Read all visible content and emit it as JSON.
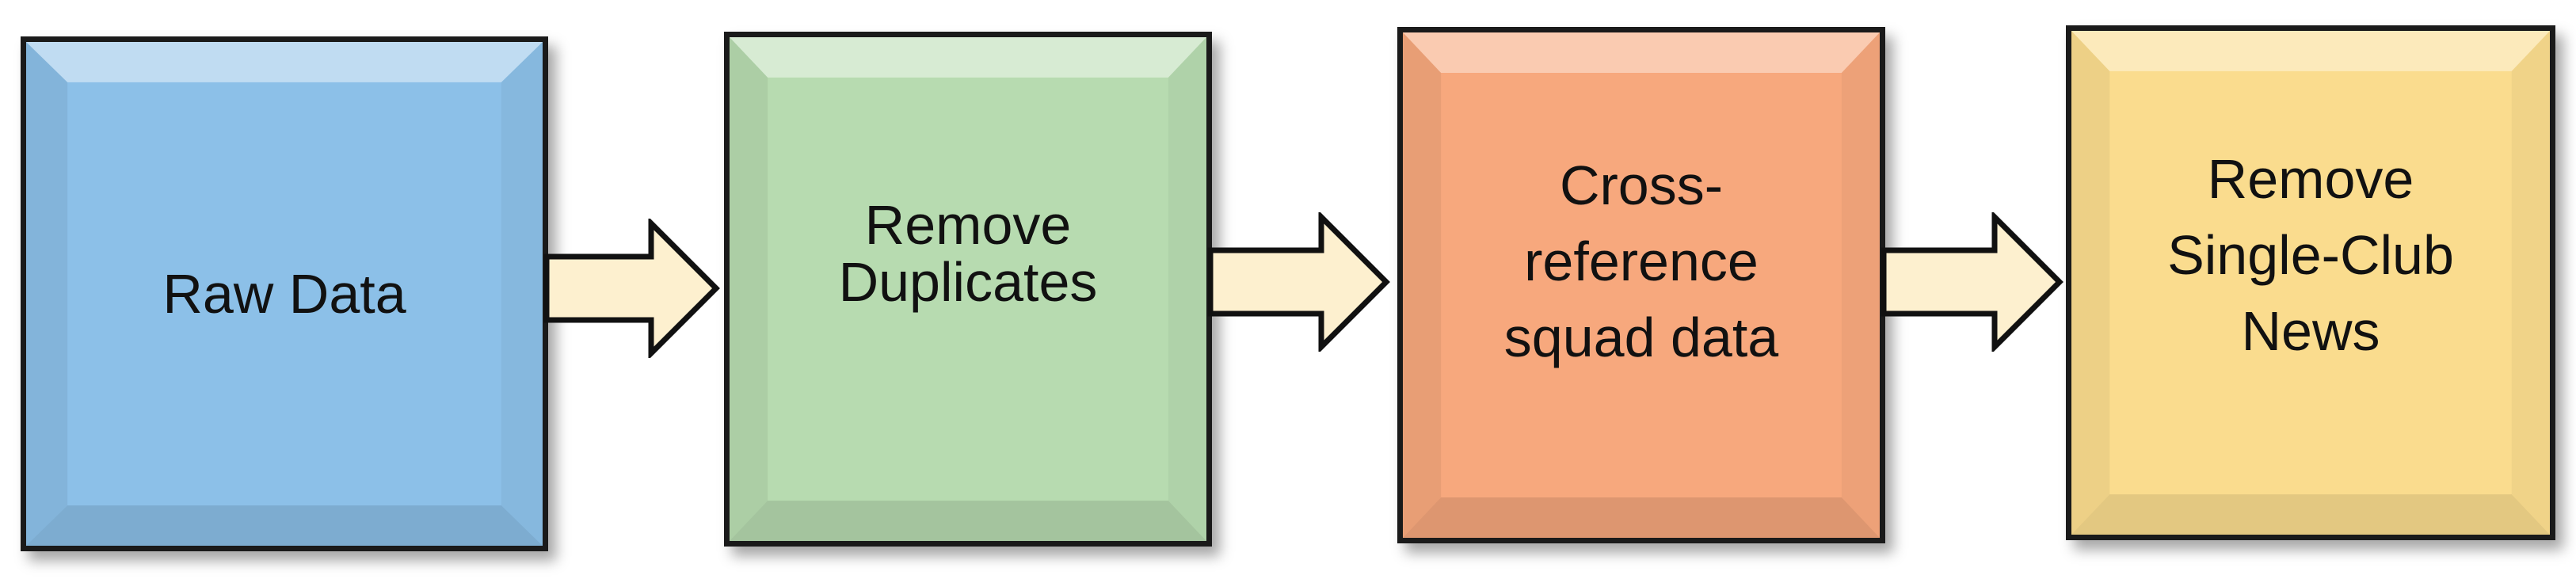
{
  "steps": [
    {
      "lines": [
        "Raw Data"
      ],
      "color": "#8cc0e8"
    },
    {
      "lines": [
        "Remove",
        "Duplicates"
      ],
      "color": "#b7dbb0"
    },
    {
      "lines": [
        "Cross-",
        "reference",
        "squad data"
      ],
      "color": "#f7a87d"
    },
    {
      "lines": [
        "Remove",
        "Single-Club",
        "News"
      ],
      "color": "#fadc8e"
    }
  ],
  "arrow_color": "#fdf0cf"
}
